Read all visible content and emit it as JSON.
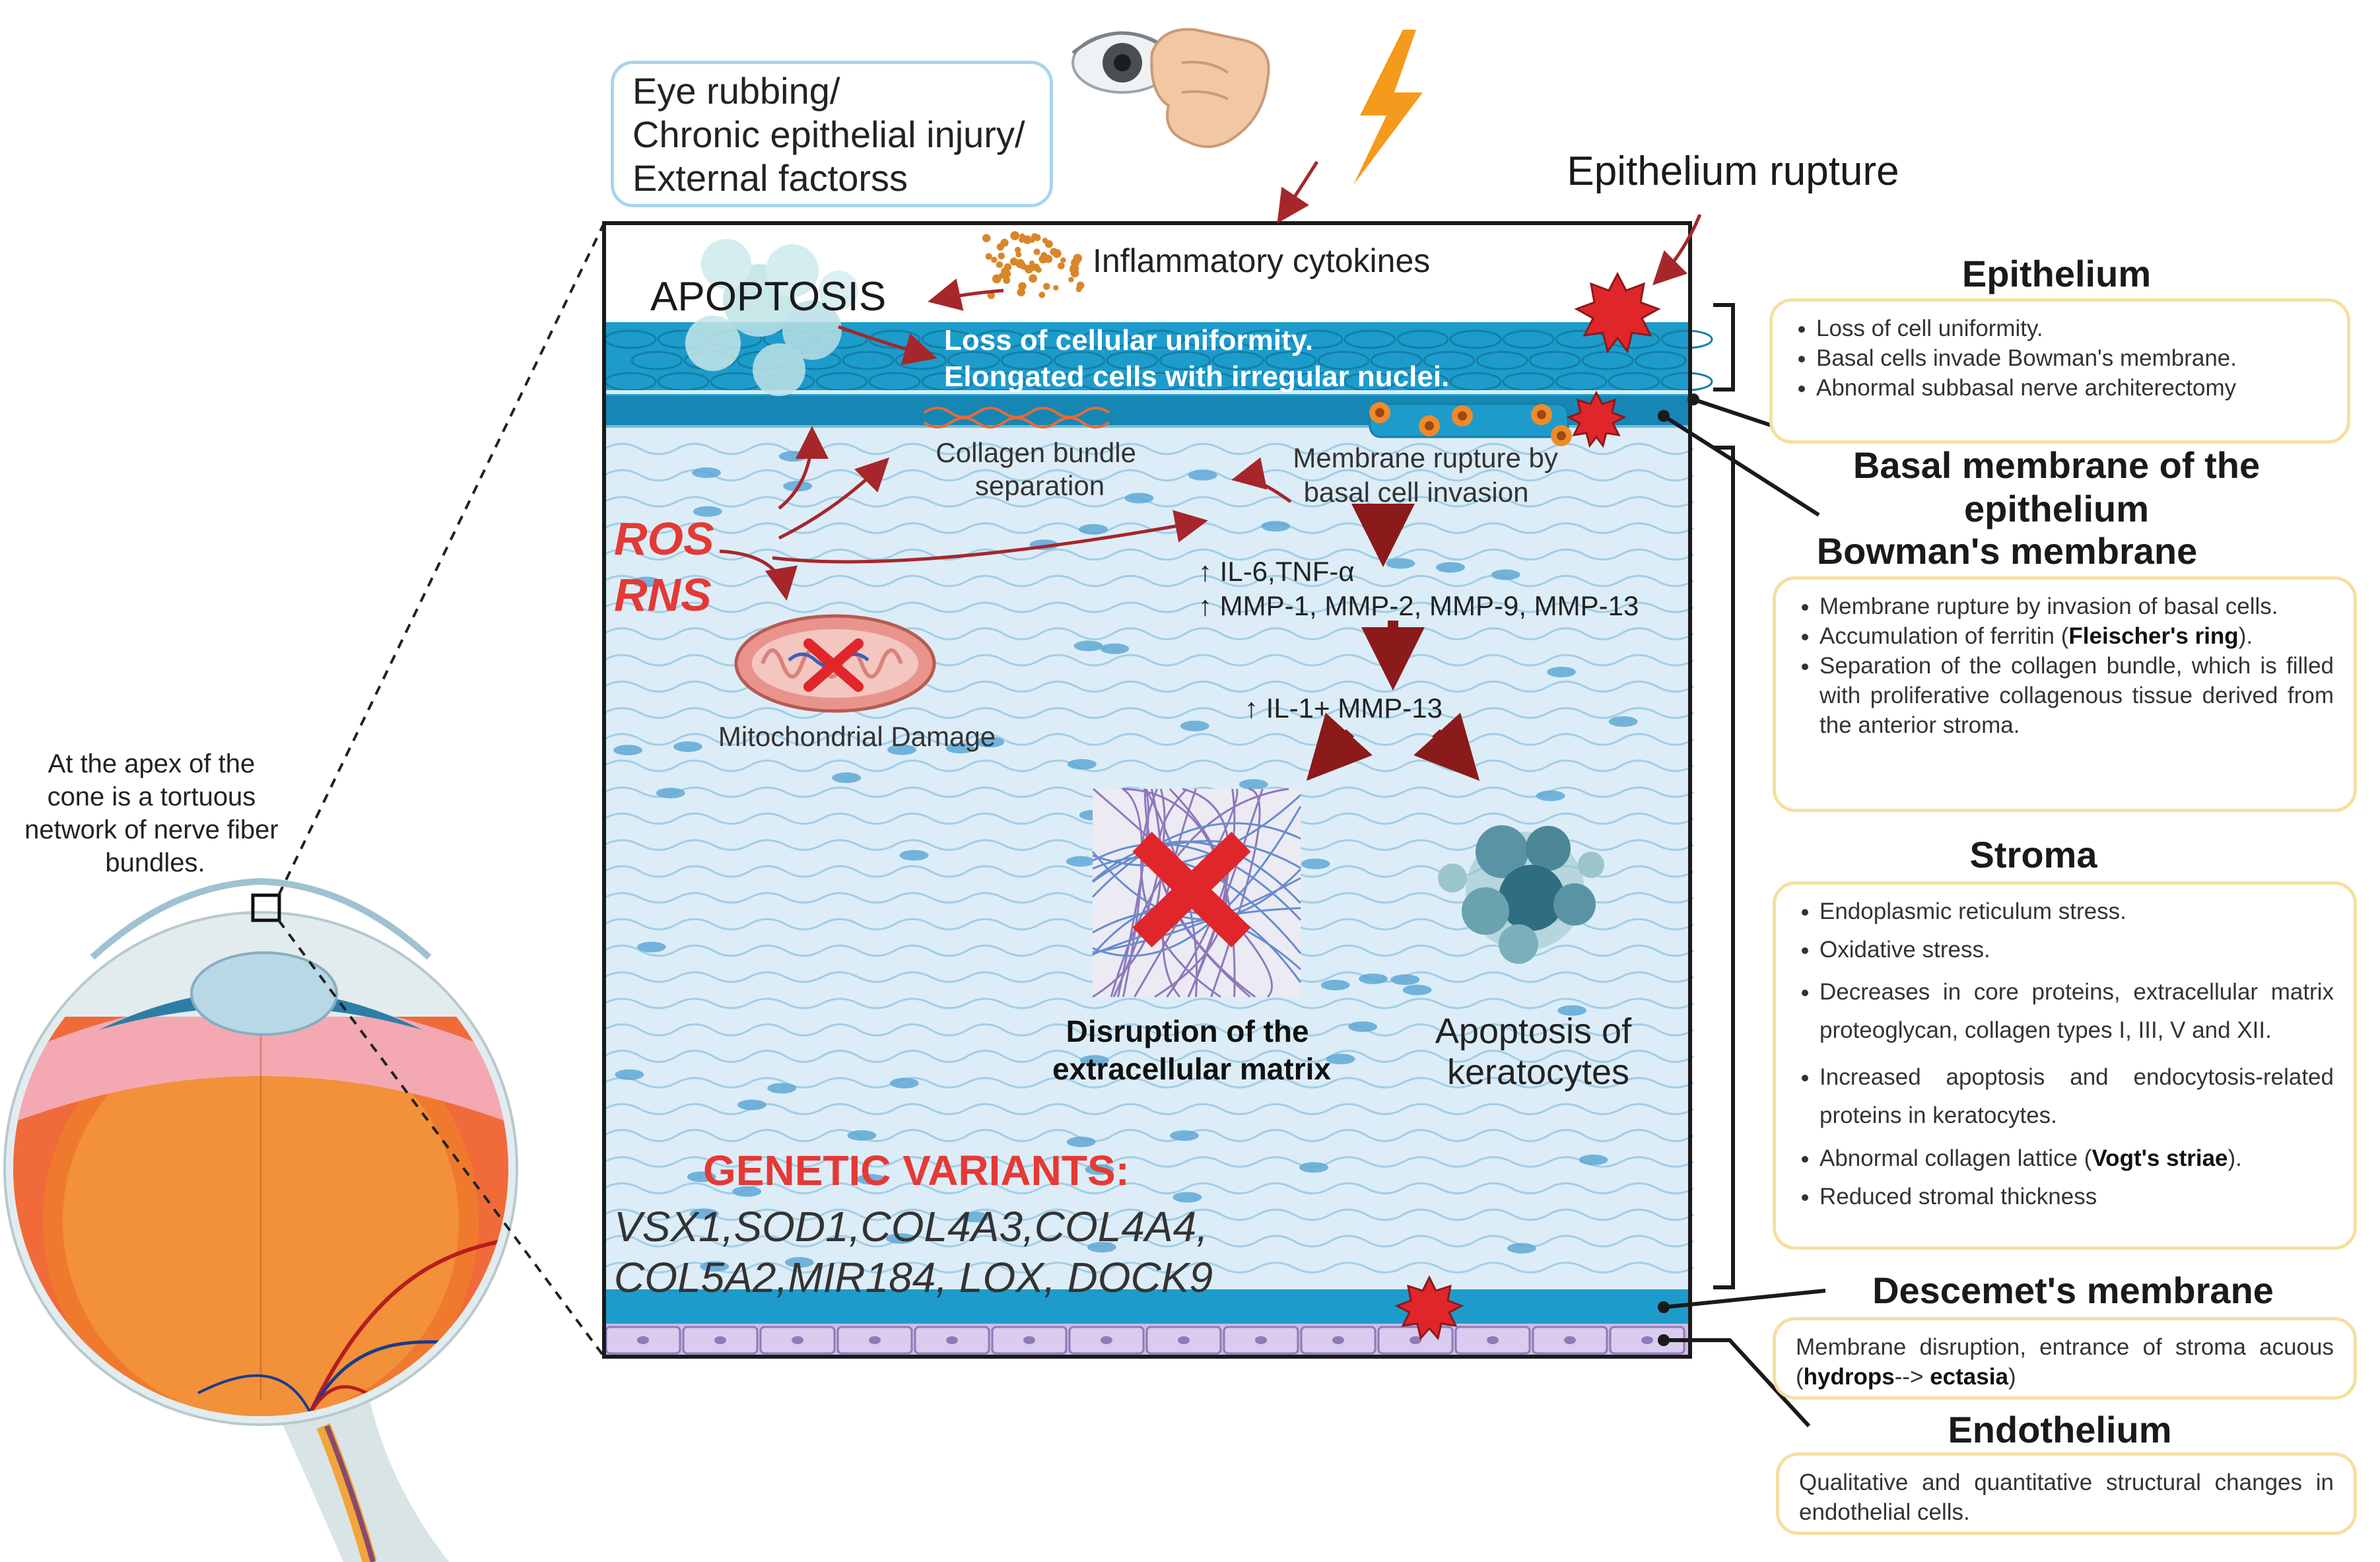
{
  "trigger_lines": [
    "Eye rubbing/",
    "Chronic epithelial injury/",
    "External factorss"
  ],
  "epithelium_rupture": "Epithelium rupture",
  "inflammatory_cytokines": "Inflammatory cytokines",
  "apoptosis_label": "APOPTOSIS",
  "epithelial_changes": [
    "Loss of cellular uniformity.",
    "Elongated cells with irregular nuclei."
  ],
  "collagen_separation": [
    "Collagen bundle",
    "separation"
  ],
  "membrane_rupture": [
    "Membrane rupture by",
    "basal cell invasion"
  ],
  "ros": "ROS",
  "rns": "RNS",
  "cytokine_levels": [
    "↑ IL-6,TNF-α",
    "↑ MMP-1, MMP-2, MMP-9, MMP-13"
  ],
  "il1_mmp13": "↑ IL-1+ MMP-13",
  "mito_damage": "Mitochondrial Damage",
  "ecm_disruption": [
    "Disruption of the",
    "extracellular matrix"
  ],
  "keratocyte_apoptosis": [
    "Apoptosis of",
    "keratocytes"
  ],
  "genetic_title": "GENETIC VARIANTS:",
  "genetic_list": [
    "VSX1,SOD1,COL4A3,COL4A4,",
    "COL5A2,MIR184, LOX, DOCK9"
  ],
  "apex_note": [
    "At the apex of the",
    "cone is a tortuous",
    "network of nerve fiber",
    "bundles."
  ],
  "epithelium": {
    "title": "Epithelium",
    "items": [
      "Loss of cell uniformity.",
      "Basal cells invade Bowman's membrane.",
      "Abnormal subbasal nerve architerectomy"
    ]
  },
  "basal_membrane": {
    "title_lines": [
      "Basal membrane of the",
      "epithelium"
    ]
  },
  "bowman": {
    "title": "Bowman's membrane",
    "item1": "Membrane rupture by invasion of basal cells.",
    "item2_pre": "Accumulation of ferritin (",
    "item2_bold": "Fleischer's ring",
    "item2_post": ").",
    "item3": "Separation of the collagen bundle, which is filled with proliferative collagenous tissue derived from the anterior stroma."
  },
  "stroma": {
    "title": "Stroma",
    "item1": "Endoplasmic reticulum stress.",
    "item2": "Oxidative stress.",
    "item3": "Decreases in core proteins, extracellular matrix proteoglycan, collagen types I, III, V and XII.",
    "item4": "Increased apoptosis and endocytosis-related proteins in keratocytes.",
    "item5_pre": "Abnormal collagen lattice (",
    "item5_bold": "Vogt's striae",
    "item5_post": ").",
    "item6": "Reduced stromal thickness"
  },
  "descemet": {
    "title": "Descemet's membrane",
    "text_pre": "Membrane disruption, entrance of stroma acuous (",
    "bold1": "hydrops",
    "arrow": "--> ",
    "bold2": "ectasia",
    "text_post": ")"
  },
  "endothelium": {
    "title": "Endothelium",
    "text": "Qualitative and quantitative structural changes in endothelial cells."
  },
  "colors": {
    "stroma_bg": "#dcedf8",
    "epithelium_blue": "#1d9ccb",
    "dark_red": "#8b1a1a",
    "bright_red": "#e53935",
    "box_border": "#f5dfa0",
    "trigger_border": "#a8d5ee"
  }
}
